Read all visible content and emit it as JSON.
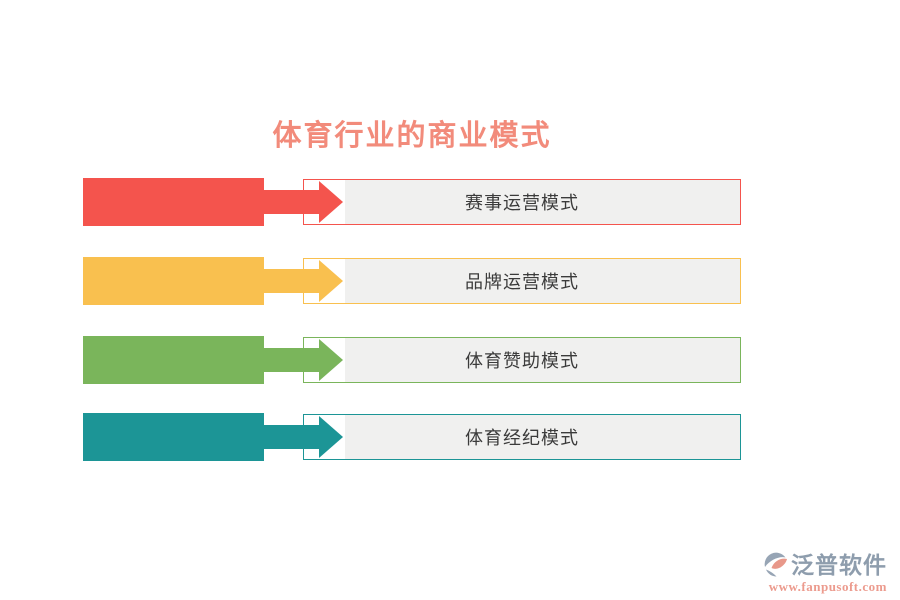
{
  "title": {
    "text": "体育行业的商业模式",
    "color": "#F28B7B"
  },
  "rows": [
    {
      "label": "赛事运营模式",
      "color": "#F4544D"
    },
    {
      "label": "品牌运营模式",
      "color": "#F9C04F"
    },
    {
      "label": "体育赞助模式",
      "color": "#7AB55B"
    },
    {
      "label": "体育经纪模式",
      "color": "#1C9596"
    }
  ],
  "box": {
    "background": "#F0F0EF",
    "text_color": "#3B3B3B"
  },
  "logo": {
    "name": "泛普软件",
    "name_color": "#8E9DAD",
    "url": "www.fanpusoft.com",
    "url_color": "#EC9B8E",
    "icon": "fanpu-circle-swoosh",
    "icon_main_color": "#97A5B5",
    "icon_accent_color": "#E8988A"
  }
}
